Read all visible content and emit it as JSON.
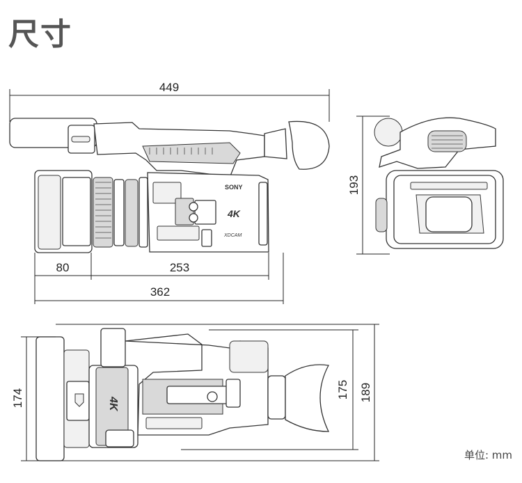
{
  "title": "尺寸",
  "unit_label": "单位: mm",
  "dimensions": {
    "total_length": "449",
    "lens_length": "80",
    "body_length": "253",
    "body_with_lens": "362",
    "height": "193",
    "side_width_inner": "174",
    "side_width_body": "175",
    "side_width_total": "189"
  },
  "camera_markings": {
    "brand": "SONY",
    "format": "4K",
    "model": "XDCAM"
  }
}
